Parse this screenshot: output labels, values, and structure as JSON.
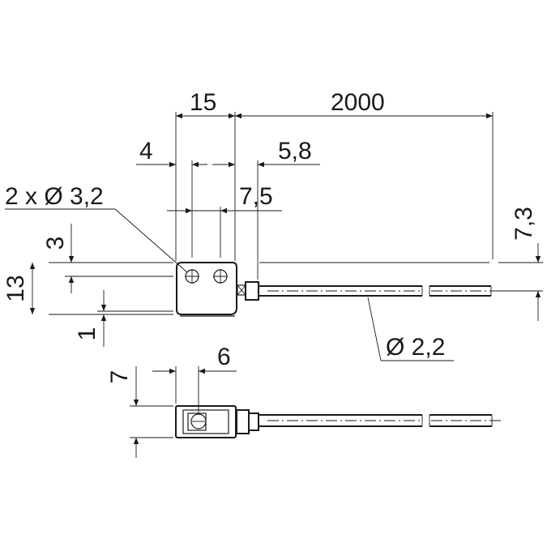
{
  "drawing": {
    "dimensions": {
      "width_15": "15",
      "cable_2000": "2000",
      "offset_4": "4",
      "offset_5_8": "5,8",
      "holes": "2 x Ø 3,2",
      "offset_7_5": "7,5",
      "height_3": "3",
      "height_13": "13",
      "height_1": "1",
      "cable_dia": "Ø 2,2",
      "height_7_3": "7,3",
      "bottom_7": "7",
      "bottom_6": "6"
    }
  }
}
